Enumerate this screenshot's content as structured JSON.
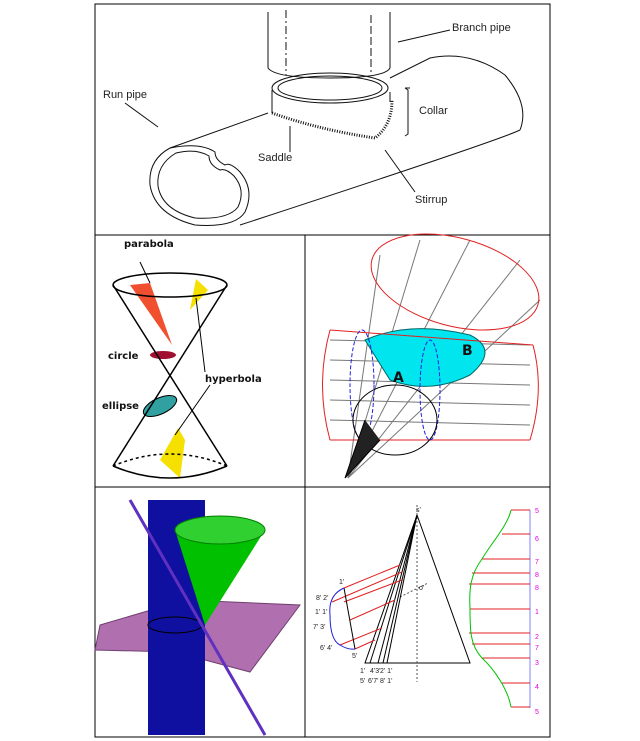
{
  "pipe": {
    "branch": "Branch pipe",
    "run": "Run pipe",
    "collar": "Collar",
    "saddle": "Saddle",
    "stirrup": "Stirrup"
  },
  "conics": {
    "parabola": "parabola",
    "circle": "circle",
    "hyperbola": "hyperbola",
    "ellipse": "ellipse"
  },
  "intersect": {
    "a": "A",
    "b": "B"
  },
  "development": {
    "apex": "s'",
    "center": "o'",
    "left": [
      "1'",
      "8' 2'",
      "1' 1'",
      "7' 3'",
      "6' 4'",
      "5'"
    ],
    "base_top": [
      "1'",
      "4'3'",
      "2' 1'"
    ],
    "base_bottom": [
      "5'",
      "6'7'",
      "8' 1'"
    ],
    "scale": [
      "5",
      "6",
      "7",
      "8",
      "8",
      "1",
      "2",
      "7",
      "3",
      "4",
      "5"
    ]
  },
  "colors": {
    "red": "#e02020",
    "cyan": "#00e5ee",
    "green": "#00c000",
    "blue": "#1010a0",
    "purple": "#b070b0",
    "magenta": "#e000e0"
  }
}
